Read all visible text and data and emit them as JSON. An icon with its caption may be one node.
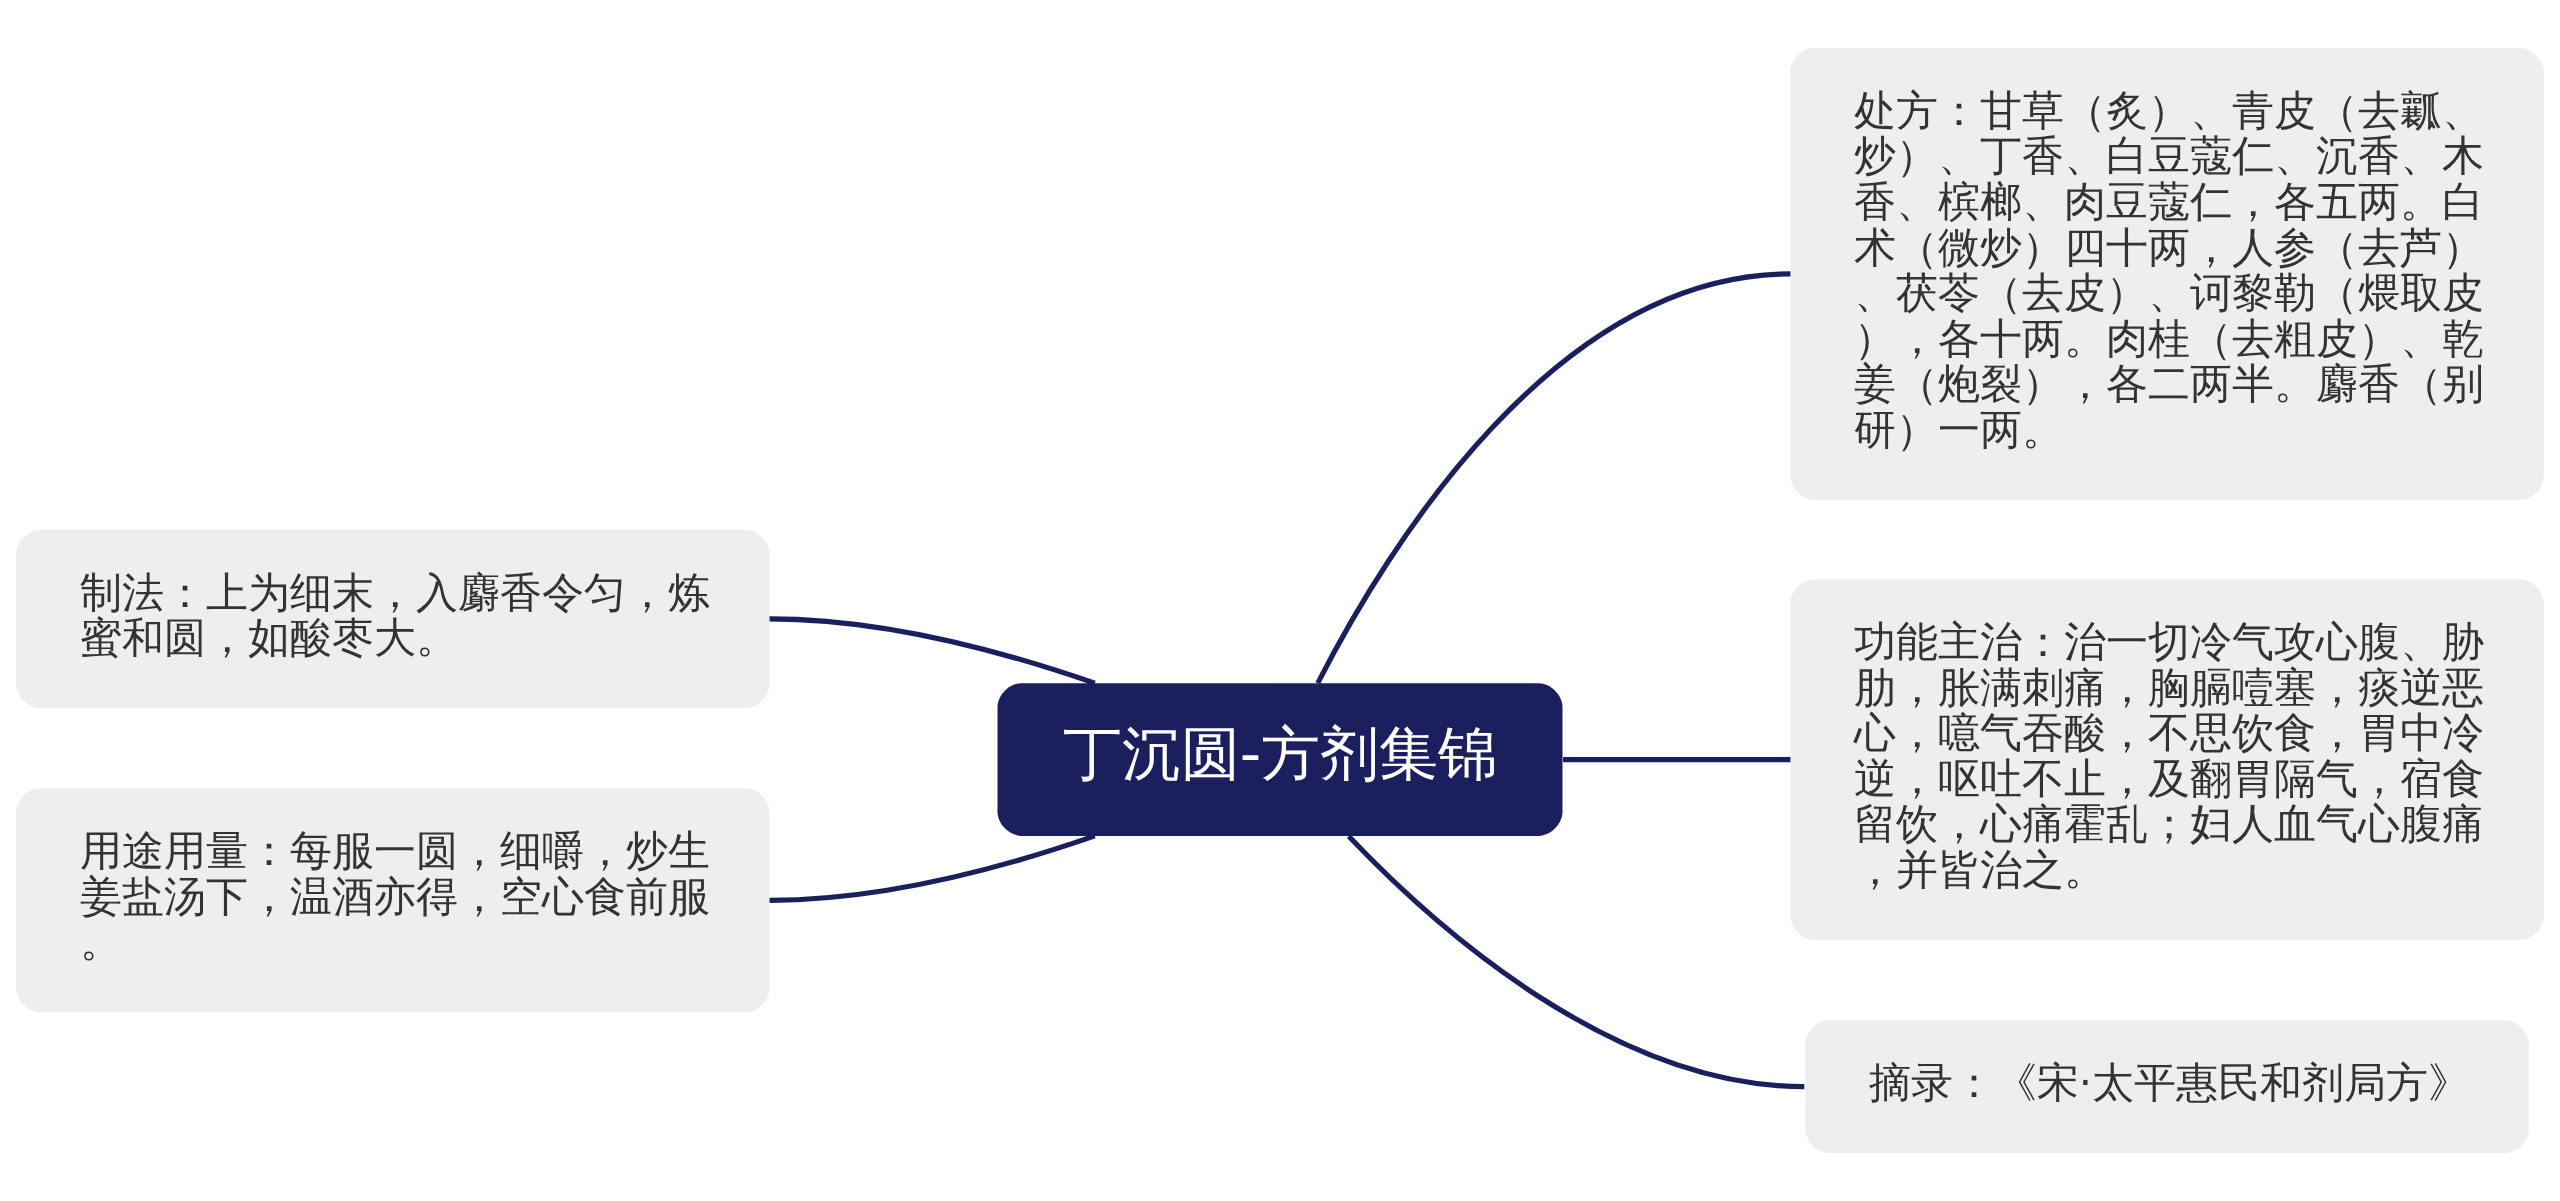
{
  "diagram": {
    "nodes": [
      {
        "text": [
          "丁沉圆-方剂集锦"
        ]
      },
      {
        "text": [
          "处方：甘草（炙）、青皮（去瓤、炒）、丁香、白豆蔻仁、沉香、木香、槟榔、肉豆蔻仁，各五两。白术（微炒）四十两，人参（去芦）、茯苓（去皮）、诃黎勒（煨取皮），各十两。肉桂（去粗皮）、乾姜（炮裂），各二两半。麝香（别研）一两。"
        ]
      },
      {
        "text": [
          "功能主治：治一切冷气攻心腹、胁肋，胀满刺痛，胸膈噎塞，痰逆恶心，噫气吞酸，不思饮食，胃中冷逆，呕吐不止，及翻胃隔气，宿食留饮，心痛霍乱；妇人血气心腹痛，并皆治之。"
        ]
      },
      {
        "text": [
          "摘录：《宋·太平惠民和剂局方》"
        ]
      },
      {
        "text": [
          "制法：上为细末，入麝香令匀，炼蜜和圆，如酸枣大。"
        ]
      },
      {
        "text": [
          "用途用量：每服一圆，细嚼，炒生姜盐汤下，温酒亦得，空心食前服。"
        ]
      }
    ],
    "edges": [
      {
        "from": 0,
        "to": 1,
        "arrow": "none"
      },
      {
        "from": 0,
        "to": 2,
        "arrow": "none"
      },
      {
        "from": 0,
        "to": 3,
        "arrow": "none"
      },
      {
        "from": 0,
        "to": 4,
        "arrow": "none"
      },
      {
        "from": 0,
        "to": 5,
        "arrow": "none"
      }
    ]
  }
}
